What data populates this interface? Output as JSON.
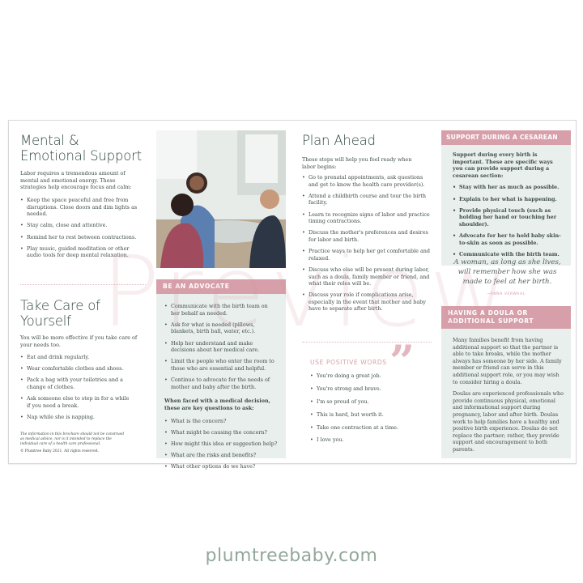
{
  "col1": {
    "title": "Mental & Emotional Support",
    "intro": "Labor requires a tremendous amount of mental and emotional energy. These strategies help encourage focus and calm:",
    "items": [
      "Keep the space peaceful and free from disruptions. Close doors and dim lights as needed.",
      "Stay calm, close and attentive.",
      "Remind her to rest between contractions.",
      "Play music, guided meditation or other audio tools for deep mental relaxation."
    ],
    "title2": "Take Care of Yourself",
    "intro2": "You will be more effective if you take care of your needs too.",
    "items2": [
      "Eat and drink regularly.",
      "Wear comfortable clothes and shoes.",
      "Pack a bag with your toiletries and a change of clothes.",
      "Ask someone else to step in for a while if you need a break.",
      "Nap while she is napping."
    ],
    "disclaimer": "The information in this brochure should not be construed as medical advice, nor is it intended to replace the individual care of a health care professional.",
    "copyright": "© Plumtree Baby 2021. All rights reserved."
  },
  "col2": {
    "header": "BE AN ADVOCATE",
    "items": [
      "Communicate with the birth team on her behalf as needed.",
      "Ask for what is needed (pillows, blankets, birth ball, water, etc.).",
      "Help her understand and make decisions about her medical care.",
      "Limit the people who enter the room to those who are essential and helpful.",
      "Continue to advocate for the needs of mother and baby after the birth."
    ],
    "lead": "When faced with a medical decision, these are key questions to ask:",
    "questions": [
      "What is the concern?",
      "What might be causing the concern?",
      "How might this idea or suggestion help?",
      "What are the risks and benefits?",
      "What other options do we have?"
    ]
  },
  "col3": {
    "title": "Plan Ahead",
    "intro": "These steps will help you feel ready when labor begins:",
    "items": [
      "Go to prenatal appointments, ask questions and get to know the health care provider(s).",
      "Attend a childbirth course and tour the birth facility.",
      "Learn to recognize signs of labor and practice timing contractions.",
      "Discuss the mother's preferences and desires for labor and birth.",
      "Practice ways to help her get comfortable and relaxed.",
      "Discuss who else will be present during labor, such as a doula, family member or friend, and what their roles will be.",
      "Discuss your role if complications arise, especially in the event that mother and baby have to separate after birth."
    ],
    "words_title": "USE POSITIVE WORDS",
    "quote_mark": "”",
    "words": [
      "You're doing a great job.",
      "You're strong and brave.",
      "I'm so proud of you.",
      "This is hard, but worth it.",
      "Take one contraction at a time.",
      "I love you."
    ]
  },
  "col4": {
    "header": "SUPPORT DURING A CESAREAN",
    "lead": "Support during every birth is important. These are specific ways you can provide support during a cesarean section:",
    "items": [
      "Stay with her as much as possible.",
      "Explain to her what is happening.",
      "Provide physical touch (such as holding her hand or touching her shoulder).",
      "Advocate for her to hold baby skin-to-skin as soon as possible.",
      "Communicate with the birth team."
    ],
    "quote": "A woman, as long as she lives, will remember how she was made to feel at her birth.",
    "attribution": "~ANNA VERWAAL",
    "header2": "HAVING A DOULA OR ADDITIONAL SUPPORT",
    "p1": "Many families benefit from having additional support so that the partner is able to take breaks, while the mother always has someone by her side. A family member or friend can serve in this additional support role, or you may wish to consider hiring a doula.",
    "p2": "Doulas are experienced professionals who provide continuous physical, emotional and informational support during pregnancy, labor and after birth. Doulas work to help families have a healthy and positive birth experience. Doulas do not replace the partner; rather, they provide support and encouragement to both parents."
  },
  "watermark": "Preview",
  "footer": "plumtreebaby.com",
  "colors": {
    "pink": "#d79fa9",
    "green_box": "#e9efec",
    "heading": "#2e4640"
  }
}
